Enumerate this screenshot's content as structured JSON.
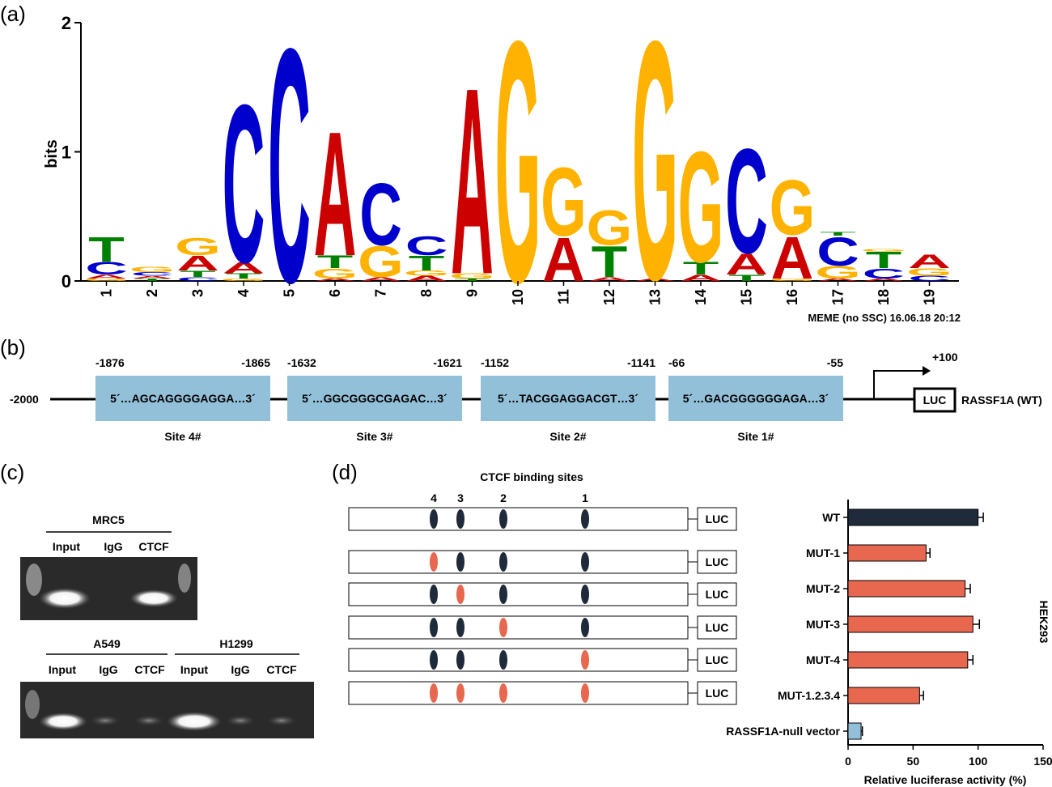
{
  "panels": {
    "a": "(a)",
    "b": "(b)",
    "c": "(c)",
    "d": "(d)"
  },
  "logo": {
    "ylabel": "bits",
    "yticks": [
      "0",
      "1",
      "2"
    ],
    "positions": [
      "1",
      "2",
      "3",
      "4",
      "5",
      "6",
      "7",
      "8",
      "9",
      "10",
      "11",
      "12",
      "13",
      "14",
      "15",
      "16",
      "17",
      "18",
      "19"
    ],
    "footer": "MEME (no SSC) 16.06.18 20:12",
    "colors": {
      "A": "#cc0000",
      "C": "#0000cc",
      "G": "#ffb300",
      "T": "#008000"
    },
    "columns": [
      [
        [
          "G",
          0.02
        ],
        [
          "A",
          0.03
        ],
        [
          "C",
          0.1
        ],
        [
          "T",
          0.2
        ]
      ],
      [
        [
          "T",
          0.02
        ],
        [
          "A",
          0.02
        ],
        [
          "C",
          0.03
        ],
        [
          "G",
          0.04
        ]
      ],
      [
        [
          "C",
          0.03
        ],
        [
          "T",
          0.05
        ],
        [
          "A",
          0.12
        ],
        [
          "G",
          0.14
        ]
      ],
      [
        [
          "G",
          0.02
        ],
        [
          "T",
          0.04
        ],
        [
          "A",
          0.09
        ],
        [
          "C",
          1.27
        ]
      ],
      [
        [
          "C",
          1.88
        ]
      ],
      [
        [
          "A",
          0.02
        ],
        [
          "G",
          0.08
        ],
        [
          "T",
          0.1
        ],
        [
          "A",
          1.0
        ]
      ],
      [
        [
          "A",
          0.03
        ],
        [
          "G",
          0.25
        ],
        [
          "C",
          0.5
        ]
      ],
      [
        [
          "A",
          0.04
        ],
        [
          "G",
          0.04
        ],
        [
          "T",
          0.12
        ],
        [
          "C",
          0.15
        ]
      ],
      [
        [
          "T",
          0.02
        ],
        [
          "G",
          0.04
        ],
        [
          "A",
          1.5
        ]
      ],
      [
        [
          "G",
          1.94
        ]
      ],
      [
        [
          "A",
          0.35
        ],
        [
          "G",
          0.55
        ]
      ],
      [
        [
          "A",
          0.03
        ],
        [
          "T",
          0.25
        ],
        [
          "G",
          0.28
        ]
      ],
      [
        [
          "A",
          0.02
        ],
        [
          "G",
          1.92
        ]
      ],
      [
        [
          "A",
          0.05
        ],
        [
          "T",
          0.1
        ],
        [
          "G",
          0.89
        ]
      ],
      [
        [
          "T",
          0.05
        ],
        [
          "A",
          0.17
        ],
        [
          "C",
          0.84
        ]
      ],
      [
        [
          "G",
          0.02
        ],
        [
          "A",
          0.34
        ],
        [
          "G",
          0.44
        ]
      ],
      [
        [
          "A",
          0.02
        ],
        [
          "G",
          0.1
        ],
        [
          "C",
          0.23
        ],
        [
          "T",
          0.03
        ]
      ],
      [
        [
          "A",
          0.02
        ],
        [
          "C",
          0.08
        ],
        [
          "T",
          0.13
        ],
        [
          "G",
          0.02
        ]
      ],
      [
        [
          "C",
          0.04
        ],
        [
          "G",
          0.06
        ],
        [
          "A",
          0.11
        ]
      ]
    ]
  },
  "promoter": {
    "left_coord": "-2000",
    "sites": [
      {
        "name": "Site 4#",
        "start": "-1876",
        "end": "-1865",
        "seq": "5´…AGCAGGGGAGGA…3´"
      },
      {
        "name": "Site 3#",
        "start": "-1632",
        "end": "-1621",
        "seq": "5´…GGCGGGCGAGAC…3´"
      },
      {
        "name": "Site 2#",
        "start": "-1152",
        "end": "-1141",
        "seq": "5´…TACGGAGGACGT…3´"
      },
      {
        "name": "Site 1#",
        "start": "-66",
        "end": "-55",
        "seq": "5´…GACGGGGGGAGA…3´"
      }
    ],
    "tss": "+100",
    "luc": "LUC",
    "construct": "RASSF1A (WT)",
    "box_color": "#93c0d9"
  },
  "gels": {
    "top": {
      "group": "MRC5",
      "lanes": [
        "Input",
        "IgG",
        "CTCF"
      ]
    },
    "bottom": [
      {
        "group": "A549",
        "lanes": [
          "Input",
          "IgG",
          "CTCF"
        ]
      },
      {
        "group": "H1299",
        "lanes": [
          "Input",
          "IgG",
          "CTCF"
        ]
      }
    ]
  },
  "constructs": {
    "title": "CTCF binding sites",
    "site_numbers": [
      "4",
      "3",
      "2",
      "1"
    ],
    "luc": "LUC",
    "rows": [
      [
        false,
        false,
        false,
        false
      ],
      [
        true,
        false,
        false,
        false
      ],
      [
        false,
        true,
        false,
        false
      ],
      [
        false,
        false,
        true,
        false
      ],
      [
        false,
        false,
        false,
        true
      ],
      [
        true,
        true,
        true,
        true
      ]
    ],
    "colors": {
      "normal": "#1f2a3a",
      "mutant": "#e8674f"
    }
  },
  "chart_data": {
    "type": "bar",
    "orientation": "horizontal",
    "categories": [
      "WT",
      "MUT-1",
      "MUT-2",
      "MUT-3",
      "MUT-4",
      "MUT-1.2.3.4",
      "RASSF1A-null vector"
    ],
    "values": [
      100,
      60,
      90,
      96,
      92,
      55,
      10
    ],
    "errors": [
      4,
      3,
      4,
      5,
      4,
      3,
      1
    ],
    "colors": [
      "#1f2a3a",
      "#e8674f",
      "#e8674f",
      "#e8674f",
      "#e8674f",
      "#e8674f",
      "#93c0d9"
    ],
    "xlabel": "Relative luciferase activity (%)",
    "xlim": [
      0,
      150
    ],
    "xticks": [
      "0",
      "50",
      "100",
      "150"
    ],
    "side_label": "HEK293"
  }
}
